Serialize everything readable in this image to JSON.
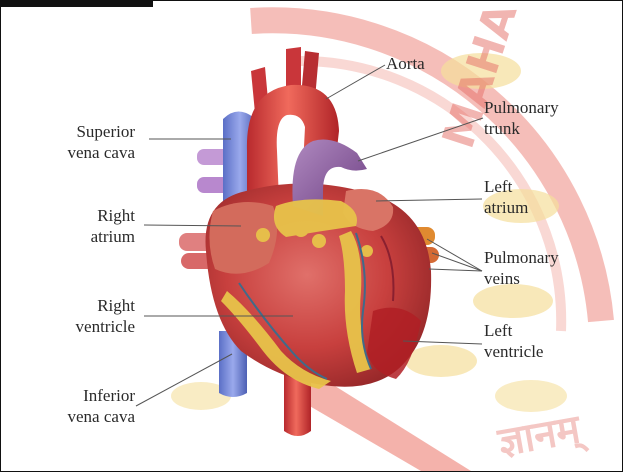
{
  "diagram": {
    "labels": {
      "aorta": "Aorta",
      "pulmonary_trunk": [
        "Pulmonary",
        "trunk"
      ],
      "left_atrium": [
        "Left",
        "atrium"
      ],
      "pulmonary_veins": [
        "Pulmonary",
        "veins"
      ],
      "left_ventricle": [
        "Left",
        "ventricle"
      ],
      "superior_vena_cava": [
        "Superior",
        "vena cava"
      ],
      "right_atrium": [
        "Right",
        "atrium"
      ],
      "right_ventricle": [
        "Right",
        "ventricle"
      ],
      "inferior_vena_cava": [
        "Inferior",
        "vena cava"
      ]
    },
    "watermark_text": "ज्ञानम्",
    "colors": {
      "heart_muscle": "#c8403e",
      "aorta": "#d9383a",
      "vena_cava": "#6f84d8",
      "pulmonary_trunk": "#9a6aa8",
      "fat": "#e8c34a",
      "pulmonary_veins": "#e08a30",
      "watermark_red": "#d43a2a",
      "watermark_yellow": "#f3d98a"
    }
  }
}
